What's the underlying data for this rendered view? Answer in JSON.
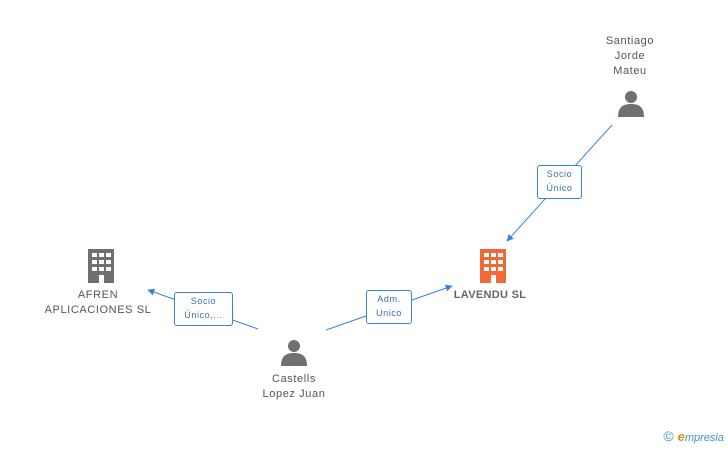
{
  "nodes": {
    "santiago": {
      "label": "Santiago\nJorde\nMateu",
      "kind": "person"
    },
    "lavendu": {
      "label": "LAVENDU SL",
      "kind": "company",
      "focal": true
    },
    "afren": {
      "label": "AFREN\nAPLICACIONES SL",
      "kind": "company"
    },
    "castells": {
      "label": "Castells\nLopez Juan",
      "kind": "person"
    }
  },
  "edges": {
    "santiago_lavendu": {
      "label": "Socio\nÚnico"
    },
    "castells_afren": {
      "label": "Socio\nÚnico,..."
    },
    "castells_lavendu": {
      "label": "Adm.\nUnico"
    }
  },
  "footer": {
    "copyright_symbol": "©",
    "brand_initial": "e",
    "brand_rest": "mpresia"
  },
  "colors": {
    "edge": "#3b82d9",
    "person_icon": "#707070",
    "company_icon": "#707070",
    "focal_company_icon": "#f06a35"
  },
  "icons": {
    "person": "person-icon",
    "company": "building-icon"
  }
}
